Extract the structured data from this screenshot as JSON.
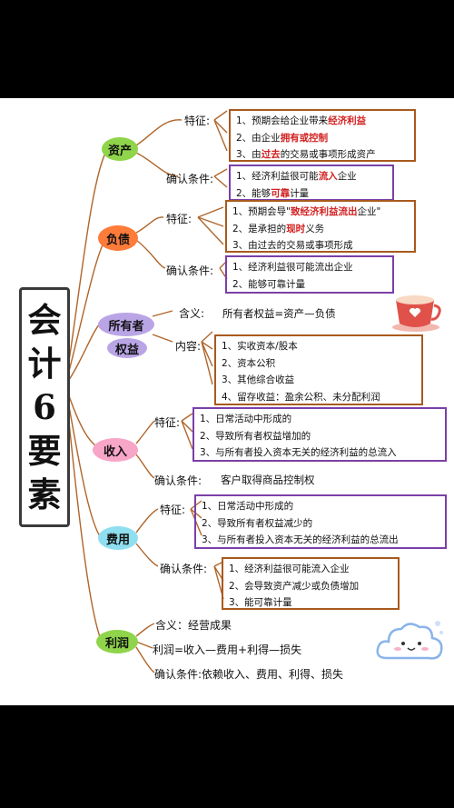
{
  "title": [
    "会",
    "计",
    "6",
    "要",
    "素"
  ],
  "nodes": {
    "asset": "资产",
    "liability": "负债",
    "equity_1": "所有者",
    "equity_2": "权益",
    "income": "收入",
    "expense": "费用",
    "profit": "利润"
  },
  "labels": {
    "feature": "特征:",
    "confirm": "确认条件:",
    "meaning": "含义:",
    "content": "内容:"
  },
  "asset": {
    "features": [
      {
        "pre": "1、预期会给企业带来",
        "hl": "经济利益",
        "post": ""
      },
      {
        "pre": "2、由企业",
        "hl": "拥有或控制",
        "post": ""
      },
      {
        "pre": "3、由",
        "hl": "过去",
        "post": "的交易或事项形成资产"
      }
    ],
    "conditions": [
      {
        "pre": "1、经济利益很可能",
        "hl": "流入",
        "post": "企业"
      },
      {
        "pre": "2、能够",
        "hl": "可靠",
        "post": "计量"
      }
    ]
  },
  "liability": {
    "features": [
      {
        "pre": "1、预期会导\"",
        "hl": "致经济利益流出",
        "post": "企业\""
      },
      {
        "pre": "2、是承担的",
        "hl": "现时",
        "post": "义务"
      },
      {
        "pre": "3、由过去的交易或事项形成",
        "hl": "",
        "post": ""
      }
    ],
    "conditions": [
      {
        "pre": "1、经济利益很可能流出企业",
        "hl": "",
        "post": ""
      },
      {
        "pre": "2、能够可靠计量",
        "hl": "",
        "post": ""
      }
    ]
  },
  "equity": {
    "meaning": "所有者权益=资产—负债",
    "content": [
      "1、实收资本/股本",
      "2、资本公积",
      "3、其他综合收益",
      "4、留存收益：盈余公积、未分配利润"
    ]
  },
  "income": {
    "features": [
      "1、日常活动中形成的",
      "2、导致所有者权益增加的",
      "3、与所有者投入资本无关的经济利益的总流入"
    ],
    "condition": "客户取得商品控制权"
  },
  "expense": {
    "features": [
      "1、日常活动中形成的",
      "2、导致所有者权益减少的",
      "3、与所有者投入资本无关的经济利益的总流出"
    ],
    "conditions": [
      "1、经济利益很可能流入企业",
      "2、会导致资产减少或负债增加",
      "3、能可靠计量"
    ]
  },
  "profit": {
    "meaning": "含义：经营成果",
    "formula": "利润=收入—费用+利得—损失",
    "condition": "确认条件:依赖收入、费用、利得、损失"
  },
  "colors": {
    "brown_box": "#a85a1e",
    "purple_box": "#7a3fa8",
    "highlight": "#d21f1f",
    "branch": "#b0652a"
  }
}
